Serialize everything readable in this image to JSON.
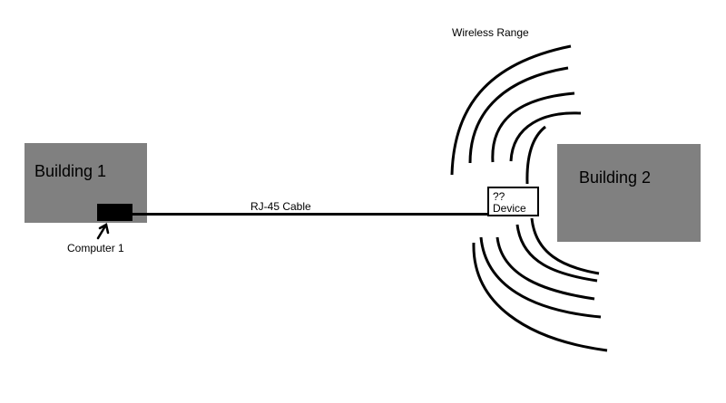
{
  "buildings": {
    "building_1": "Building 1",
    "building_2": "Building 2"
  },
  "computer_label": "Computer 1",
  "cable_label": "RJ-45 Cable",
  "device": {
    "line_1": "??",
    "line_2": "Device"
  },
  "wireless_label": "Wireless Range",
  "colors": {
    "building_fill": "#808080",
    "ink": "#000000",
    "background": "#ffffff"
  }
}
